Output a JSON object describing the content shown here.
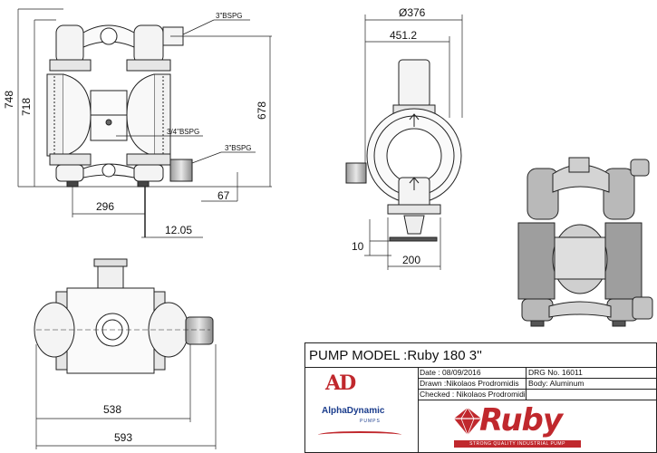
{
  "dimensions": {
    "bspg_outlet": "3\"BSPG",
    "bspg_air": "3/4\"BSPG",
    "bspg_inlet": "3\"BSPG",
    "overall_height_partial": "748",
    "height_718": "718",
    "height_678": "678",
    "base_offset_67": "67",
    "width_296": "296",
    "foot_12_05": "12.05",
    "diameter_376": "Ø376",
    "width_451_2": "451.2",
    "foot_10": "10",
    "width_200": "200",
    "width_538": "538",
    "width_593": "593"
  },
  "title_block": {
    "pump_model": "PUMP MODEL :Ruby 180  3''",
    "date": "Date : 08/09/2016",
    "drg_no": "DRG No. 16011",
    "drawn": "Drawn :Nikolaos Prodromidis",
    "body": "Body: Aluminum",
    "checked": "Checked : Nikolaos Prodromidis",
    "company_mark": "AD",
    "company_name": "AlphaDynamic",
    "company_sub": "PUMPS",
    "brand_name": "Ruby",
    "brand_tagline": "STRONG QUALITY INDUSTRIAL PUMP"
  },
  "colors": {
    "line": "#222222",
    "brand_red": "#c0282d",
    "brand_blue": "#1a3c8c",
    "shade": "#d8d8d8"
  }
}
